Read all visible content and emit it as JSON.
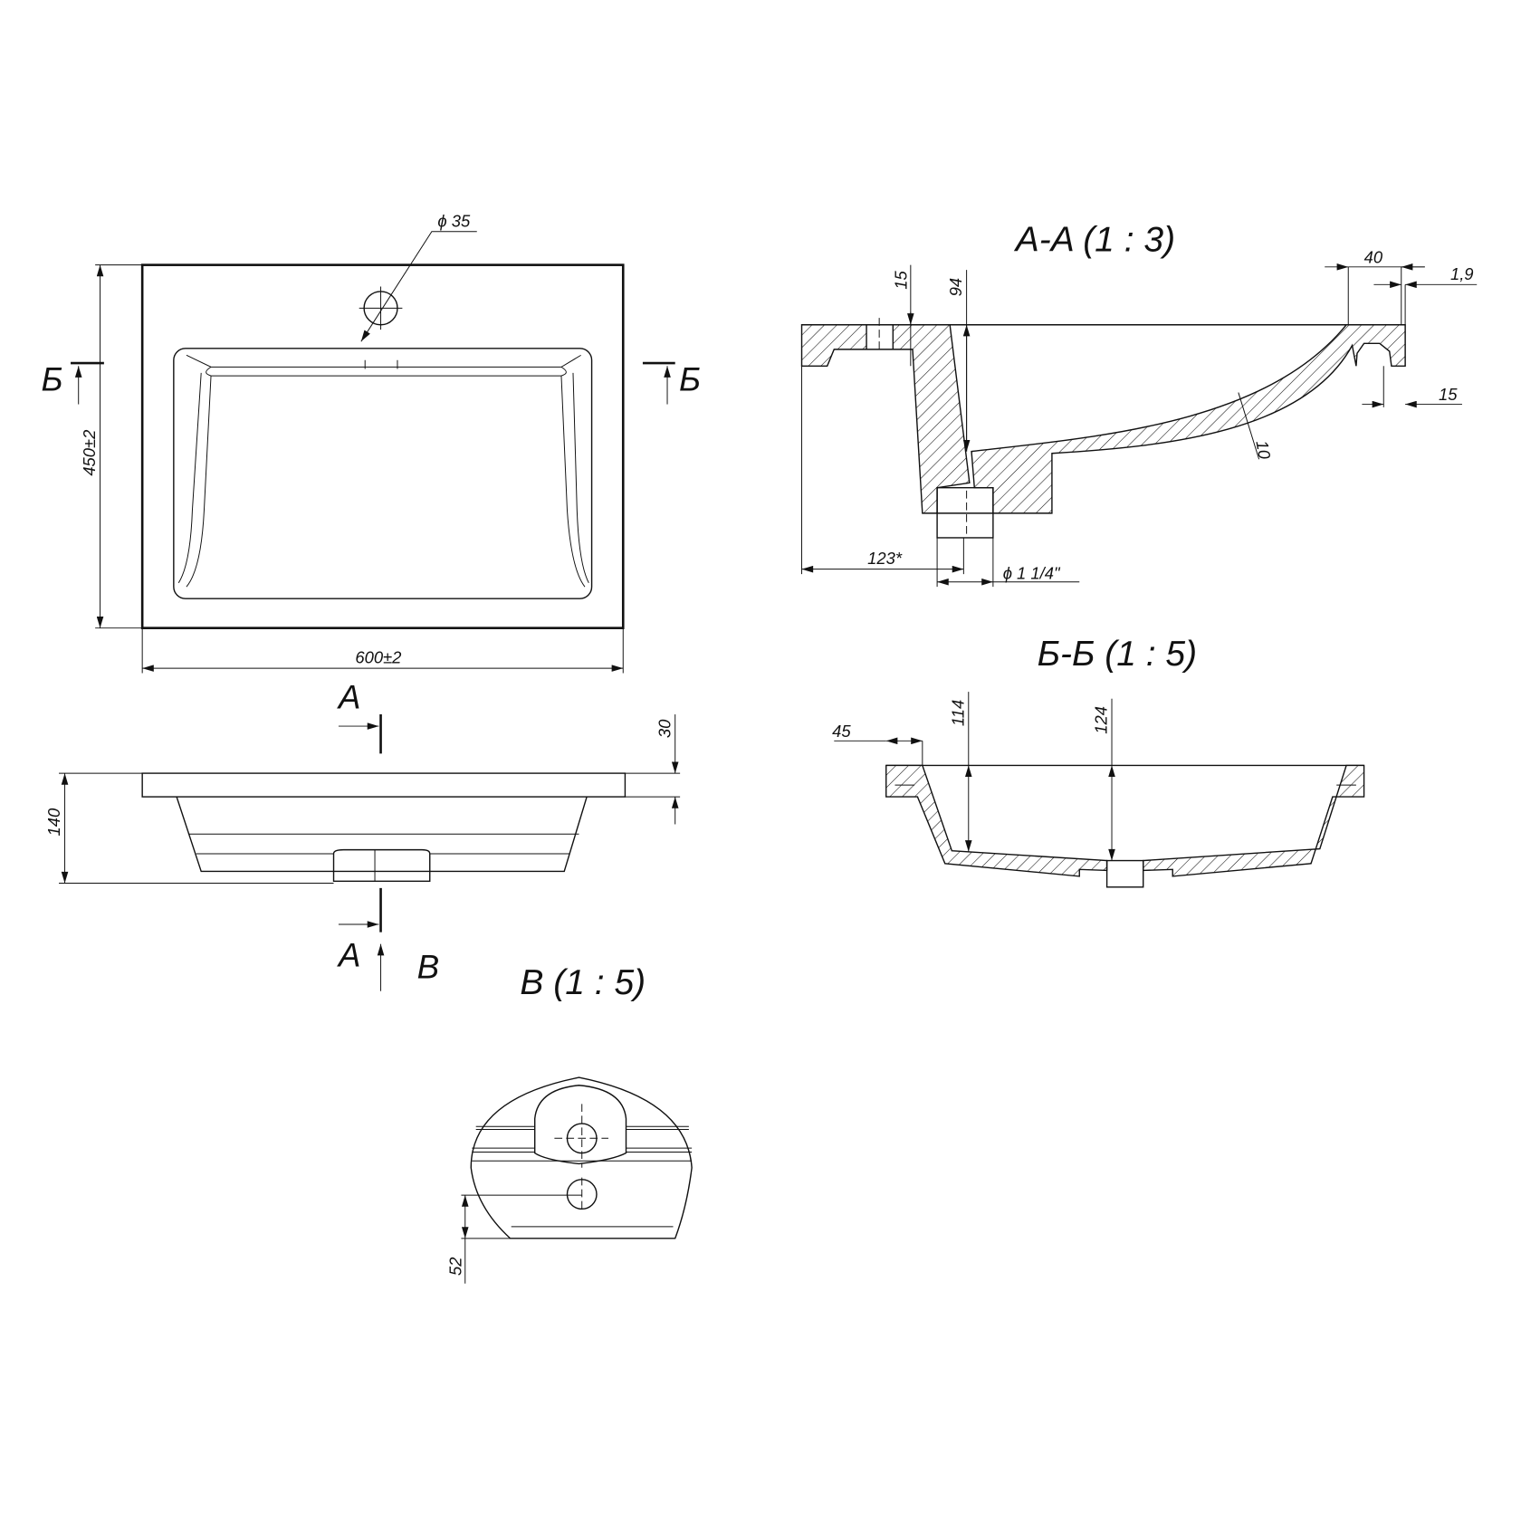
{
  "top_view": {
    "hole_dia": "ϕ 35",
    "height_dim": "450±2",
    "width_dim": "600±2",
    "section_b_left": "Б",
    "section_b_right": "Б"
  },
  "section_aa": {
    "title": "A-A (1 : 3)",
    "dims": {
      "flange_15": "15",
      "depth_94": "94",
      "rim_40": "40",
      "offset_1_9": "1,9",
      "lip_15": "15",
      "wall_10": "10",
      "drain_pos": "123*",
      "drain_dia": "ϕ 1 1/4\""
    }
  },
  "front_view": {
    "height_dim": "140",
    "slab_dim": "30",
    "section_a_top": "A",
    "section_a_bottom": "A",
    "view_b": "B"
  },
  "section_bb": {
    "title": "Б-Б (1 : 5)",
    "dims": {
      "rim_45": "45",
      "depth_114": "114",
      "depth_124": "124"
    }
  },
  "view_b": {
    "title": "B (1 : 5)",
    "dim_52": "52"
  }
}
